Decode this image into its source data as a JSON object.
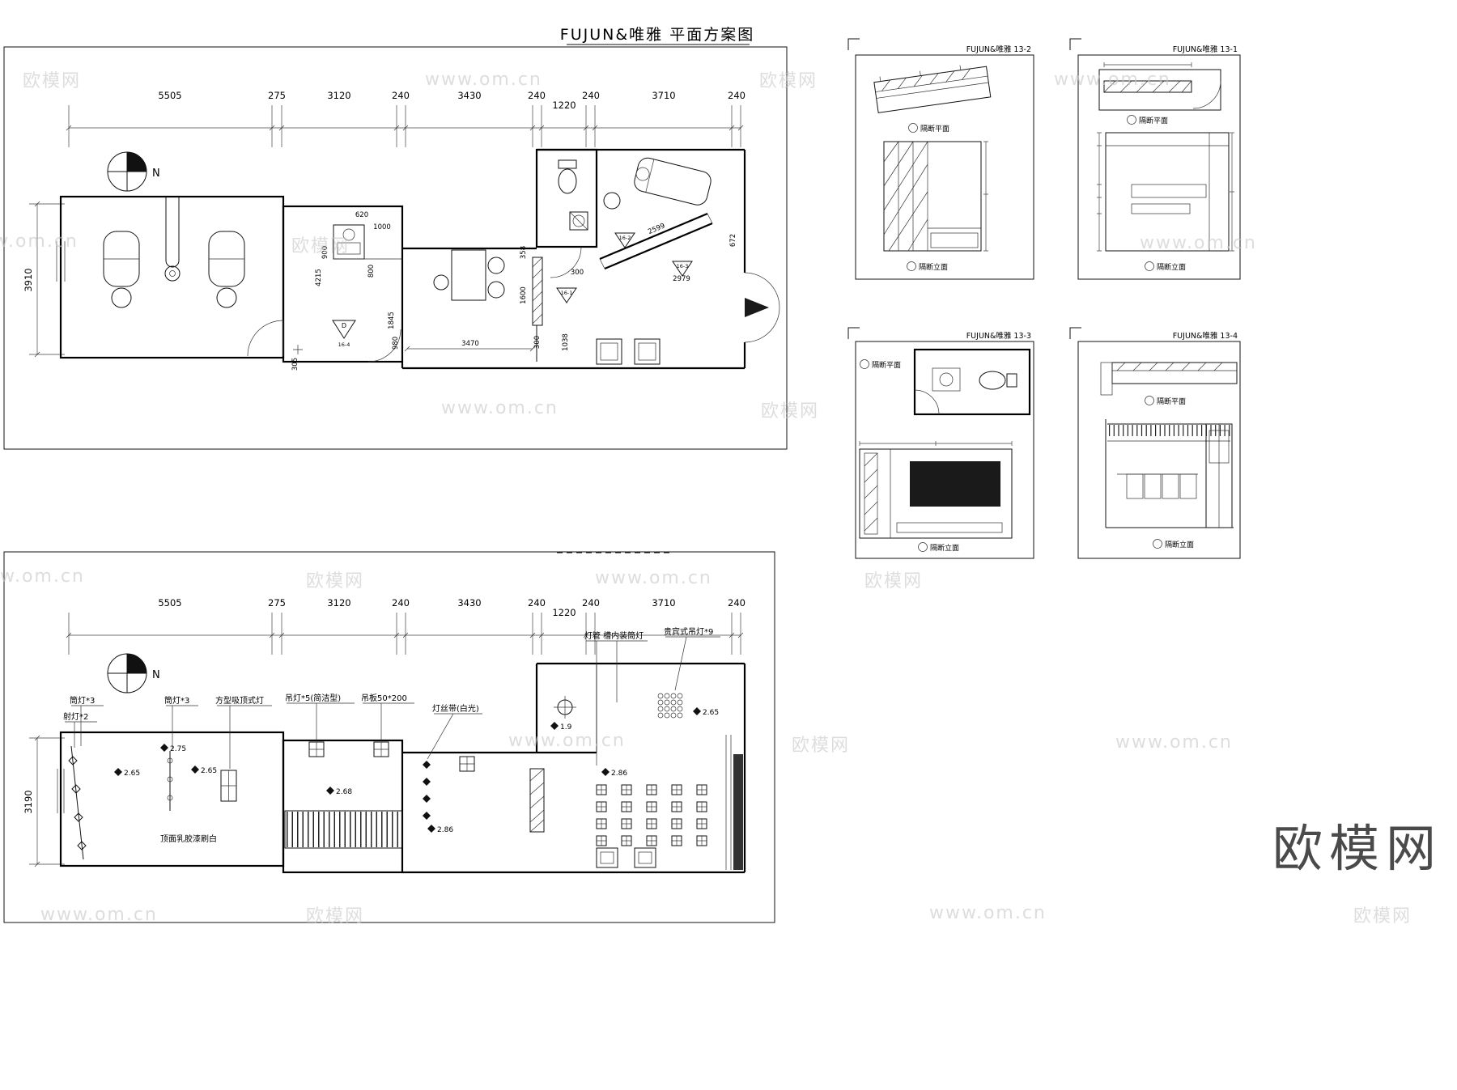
{
  "title": "FUJUN&唯雅  平面方案图",
  "watermark": {
    "brand": "欧模网",
    "site": "www.om.cn"
  },
  "compass": {
    "label": "N"
  },
  "dims_top": [
    "5505",
    "275",
    "3120",
    "240",
    "3430",
    "240",
    "1220",
    "240",
    "3710",
    "240"
  ],
  "dims_bottom": [
    "5505",
    "275",
    "3120",
    "240",
    "3430",
    "240",
    "1220",
    "240",
    "3710",
    "240"
  ],
  "plan": {
    "left_dim": "3910",
    "dims": {
      "d620": "620",
      "d1000": "1000",
      "d900": "900",
      "d4215": "4215",
      "d800": "800",
      "d358": "358",
      "d1600": "1600",
      "d300a": "300",
      "d3470": "3470",
      "d980": "980",
      "d1845": "1845",
      "d305": "305",
      "d2599": "2599",
      "d2979": "2979",
      "d672": "672",
      "d1038": "1038",
      "d300b": "300"
    },
    "markers": {
      "letter": "D",
      "m1": "16-4",
      "m2": "16-1",
      "m3": "16-2",
      "m4": "16-3"
    }
  },
  "ceiling": {
    "left_dim": "3190",
    "labels": {
      "downlight_a": "筒灯*3",
      "spotlight": "射灯*2",
      "downlight_b": "筒灯*3",
      "square_lamp": "方型吸顶式灯",
      "pendant": "吊灯*5(简洁型)",
      "board": "吊板50*200",
      "strip": "灯丝带(白光)",
      "tube": "灯管 槽内装筒灯",
      "vip": "贵宾式吊灯*9",
      "paint": "顶面乳胶漆刷白"
    },
    "elevations": {
      "e1": "2.75",
      "e2": "2.65",
      "e3": "2.65",
      "e4": "2.68",
      "e5": "2.86",
      "e6": "1.9",
      "e7": "2.65",
      "e8": "2.86"
    }
  },
  "details": [
    {
      "title": "FUJUN&唯雅  13-2",
      "plan_label": "隔断平面",
      "elev_label": "隔断立面"
    },
    {
      "title": "FUJUN&唯雅  13-1",
      "plan_label": "隔断平面",
      "elev_label": "隔断立面"
    },
    {
      "title": "FUJUN&唯雅  13-3",
      "plan_label": "隔断平面",
      "elev_label": "隔断立面"
    },
    {
      "title": "FUJUN&唯雅  13-4",
      "plan_label": "隔断平面",
      "elev_label": "隔断立面"
    }
  ]
}
